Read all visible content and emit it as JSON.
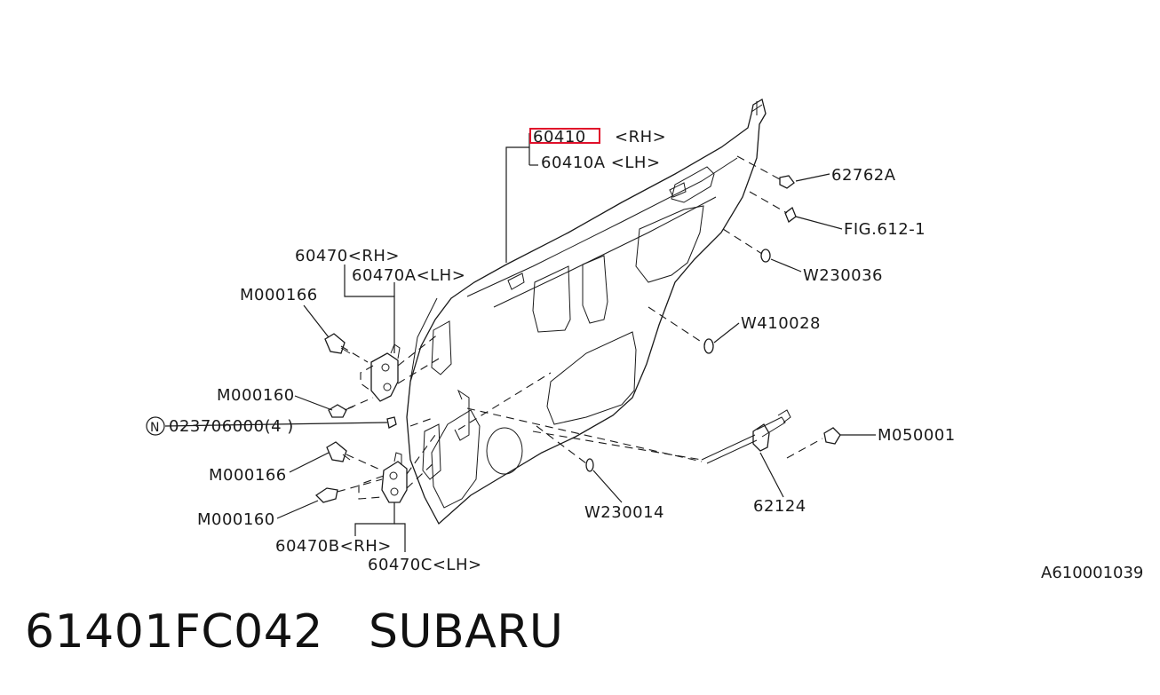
{
  "callouts": {
    "panel_rh": "60410",
    "panel_rh_side": "<RH>",
    "panel_lh": "60410A <LH>",
    "fastener_top": "62762A",
    "fig_ref": "FIG.612-1",
    "plug_upper": "W230036",
    "plug_mid": "W410028",
    "plug_lower": "W230014",
    "hinge_upper_rh": "60470<RH>",
    "hinge_upper_lh": "60470A<LH>",
    "bolt_upper_a": "M000166",
    "bolt_upper_b": "M000160",
    "nut_label": "023706000(4 )",
    "nut_symbol": "N",
    "bolt_lower_a": "M000166",
    "bolt_lower_b": "M000160",
    "hinge_lower_rh": "60470B<RH>",
    "hinge_lower_lh": "60470C<LH>",
    "checker_bolt": "M050001",
    "checker": "62124"
  },
  "reference_code": "A610001039",
  "caption": "61401FC042   SUBARU",
  "colors": {
    "highlight": "#e0102a",
    "ink": "#1a1a1a"
  }
}
